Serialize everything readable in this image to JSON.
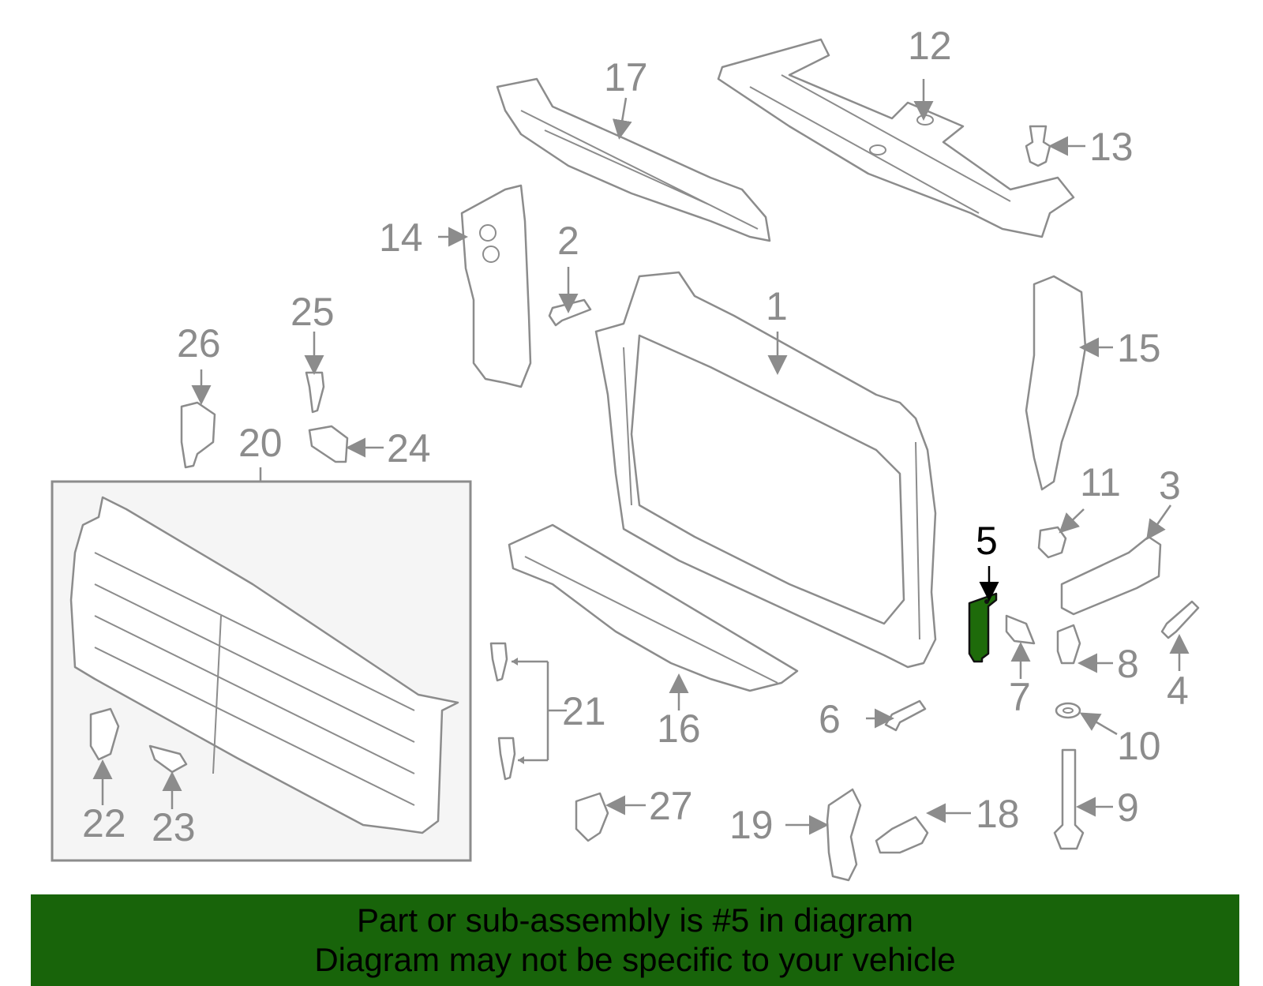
{
  "highlight_part": "5",
  "highlight_color": "#1e6b0a",
  "banner_color": "#18640a",
  "part_color": "#8c8c8c",
  "callouts": [
    "1",
    "2",
    "3",
    "4",
    "5",
    "6",
    "7",
    "8",
    "9",
    "10",
    "11",
    "12",
    "13",
    "14",
    "15",
    "16",
    "17",
    "18",
    "19",
    "20",
    "21",
    "22",
    "23",
    "24",
    "25",
    "26",
    "27"
  ],
  "banner": {
    "line1": "Part or sub-assembly is #5 in diagram",
    "line2": "Diagram may not be specific to your vehicle"
  }
}
